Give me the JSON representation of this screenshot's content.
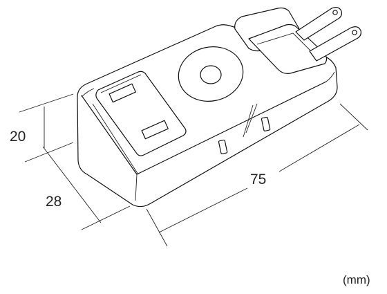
{
  "dimensions": {
    "height_label": "20",
    "width_label": "28",
    "length_label": "75"
  },
  "unit_label": "(mm)"
}
